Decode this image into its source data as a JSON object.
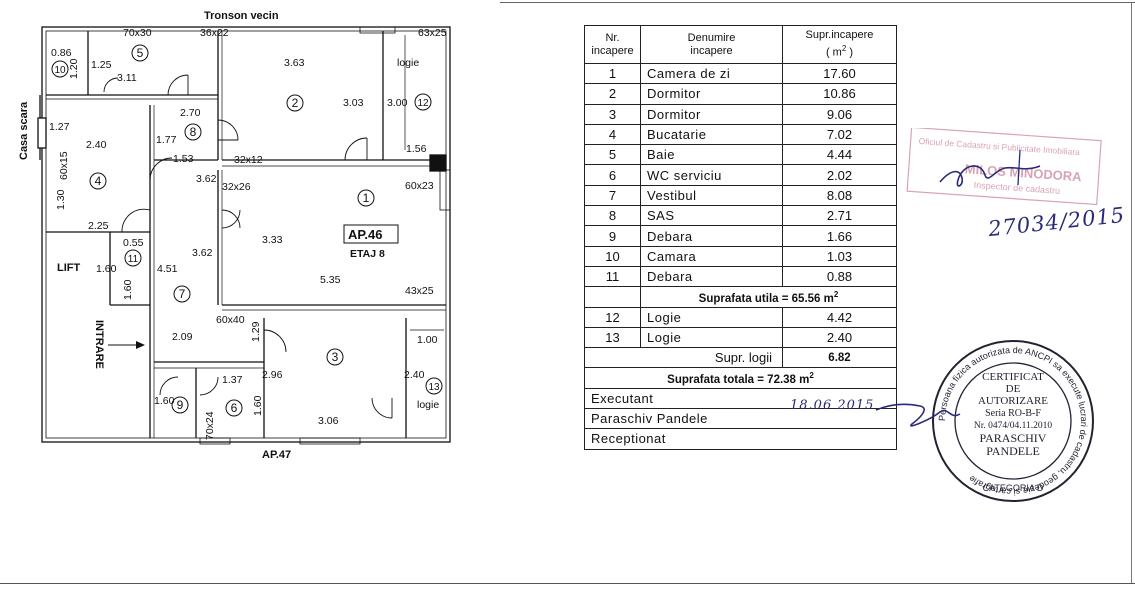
{
  "plan": {
    "title_neighbor": "Tronson vecin",
    "staircase": "Casa scara",
    "lift": "LIFT",
    "entrance": "INTRARE",
    "below": "AP.47",
    "apt_label": "AP.46",
    "floor_label": "ETAJ 8",
    "loggia_label": "logie",
    "dimensions": {
      "d_70x30": "70x30",
      "d_36x22": "36x22",
      "d_63x25": "63x25",
      "d_086": "0.86",
      "d_120": "1.20",
      "d_125": "1.25",
      "d_311": "3.11",
      "d_363": "3.63",
      "d_303": "3.03",
      "d_300": "3.00",
      "d_127": "1.27",
      "d_270": "2.70",
      "d_177": "1.77",
      "d_240a": "2.40",
      "d_60x15": "60x15",
      "d_153": "1.53",
      "d_32x12": "32x12",
      "d_156": "1.56",
      "d_362a": "3.62",
      "d_32x26": "32x26",
      "d_60x23": "60x23",
      "d_130": "1.30",
      "d_225": "2.25",
      "d_333": "3.33",
      "d_362b": "3.62",
      "d_055": "0.55",
      "d_160a": "1.60",
      "d_451": "4.51",
      "d_160b": "1.60",
      "d_535": "5.35",
      "d_43x25": "43x25",
      "d_60x40": "60x40",
      "d_129": "1.29",
      "d_209": "2.09",
      "d_100": "1.00",
      "d_240b": "2.40",
      "d_137": "1.37",
      "d_296": "2.96",
      "d_160c": "1.60",
      "d_160d": "1.60",
      "d_70x24": "70x24",
      "d_306": "3.06"
    },
    "rooms": [
      "1",
      "2",
      "3",
      "4",
      "5",
      "6",
      "7",
      "8",
      "9",
      "10",
      "11",
      "12",
      "13"
    ]
  },
  "table": {
    "headers": {
      "nr_line1": "Nr.",
      "nr_line2": "incapere",
      "name_line1": "Denumire",
      "name_line2": "incapere",
      "area_line1": "Supr.incapere",
      "area_line2": "( m",
      "area_exp": "2",
      "area_line3": " )"
    },
    "rows": [
      {
        "nr": "1",
        "name": "Camera  de zi",
        "area": "17.60"
      },
      {
        "nr": "2",
        "name": "Dormitor",
        "area": "10.86"
      },
      {
        "nr": "3",
        "name": "Dormitor",
        "area": "9.06"
      },
      {
        "nr": "4",
        "name": "Bucatarie",
        "area": "7.02"
      },
      {
        "nr": "5",
        "name": "Baie",
        "area": "4.44"
      },
      {
        "nr": "6",
        "name": "WC  serviciu",
        "area": "2.02"
      },
      {
        "nr": "7",
        "name": "Vestibul",
        "area": "8.08"
      },
      {
        "nr": "8",
        "name": "SAS",
        "area": "2.71"
      },
      {
        "nr": "9",
        "name": "Debara",
        "area": "1.66"
      },
      {
        "nr": "10",
        "name": "Camara",
        "area": "1.03"
      },
      {
        "nr": "11",
        "name": "Debara",
        "area": "0.88"
      }
    ],
    "useful_area_label": "Suprafata utila = 65.56 m",
    "useful_area_exp": "2",
    "loggia_rows": [
      {
        "nr": "12",
        "name": "Logie",
        "area": "4.42"
      },
      {
        "nr": "13",
        "name": "Logie",
        "area": "2.40"
      }
    ],
    "loggia_total_label": "Supr. logii",
    "loggia_total_value": "6.82",
    "total_area_label": "Suprafata totala = 72.38 m",
    "total_area_exp": "2",
    "executant_label": "Executant",
    "executant_date": "18.06   2015",
    "executant_name": "Paraschiv Pandele",
    "receptionat_label": "Receptionat"
  },
  "stamps": {
    "cadastre_line1": "Oficiul de Cadastru si Publicitate Imobiliara",
    "cadastre_name": "MILOS MINODORA",
    "cadastre_role": "Inspector de cadastru",
    "handwritten_date": "27034/2015",
    "seal_ring_text": "Persoana fizica autorizata de ANCPI sa execute lucrari de cadastru, geodezie si cartografie",
    "seal_line1": "CERTIFICAT",
    "seal_line2": "DE",
    "seal_line3": "AUTORIZARE",
    "seal_line4": "Seria RO-B-F",
    "seal_line5": "Nr. 0474/04.11.2010",
    "seal_line6": "PARASCHIV",
    "seal_line7": "PANDELE",
    "seal_bottom": "CATEGORIA D"
  },
  "colors": {
    "ink": "#111111",
    "stamp_red": "#d8a3b3",
    "seal_ink": "#222233",
    "signature_blue": "#2a2a7a"
  }
}
